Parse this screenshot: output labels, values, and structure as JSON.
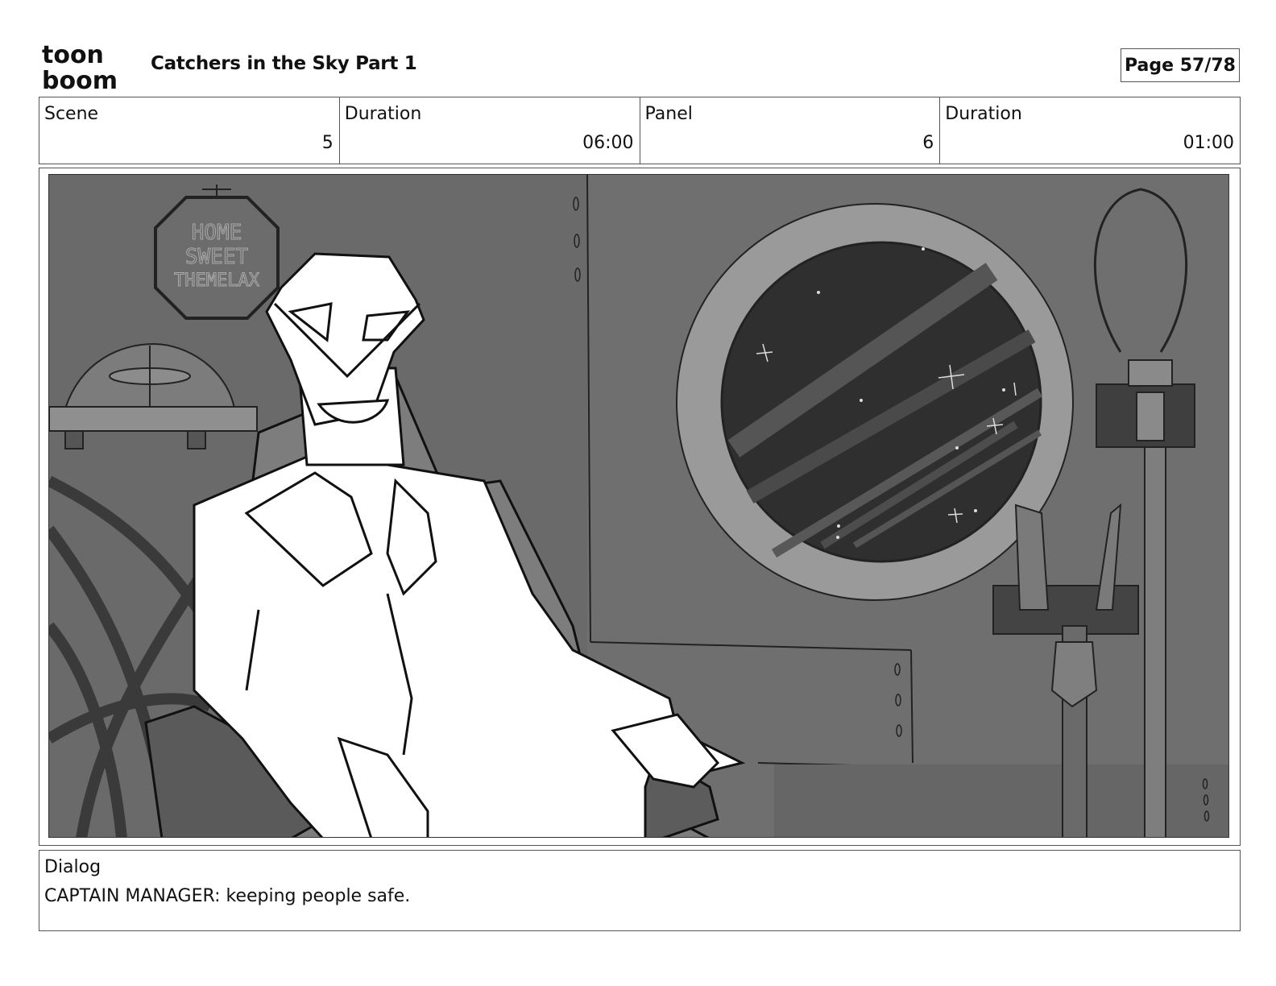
{
  "header": {
    "logo_line1": "toon",
    "logo_line2": "boom",
    "title": "Catchers in the Sky Part 1",
    "page": "Page 57/78"
  },
  "info": {
    "scene_label": "Scene",
    "scene_value": "5",
    "scene_duration_label": "Duration",
    "scene_duration_value": "06:00",
    "panel_label": "Panel",
    "panel_value": "6",
    "panel_duration_label": "Duration",
    "panel_duration_value": "01:00"
  },
  "artwork": {
    "sign_line1": "HOME",
    "sign_line2": "SWEET",
    "sign_line3": "THEMELAX"
  },
  "dialog": {
    "label": "Dialog",
    "text": "CAPTAIN MANAGER: keeping people safe."
  }
}
